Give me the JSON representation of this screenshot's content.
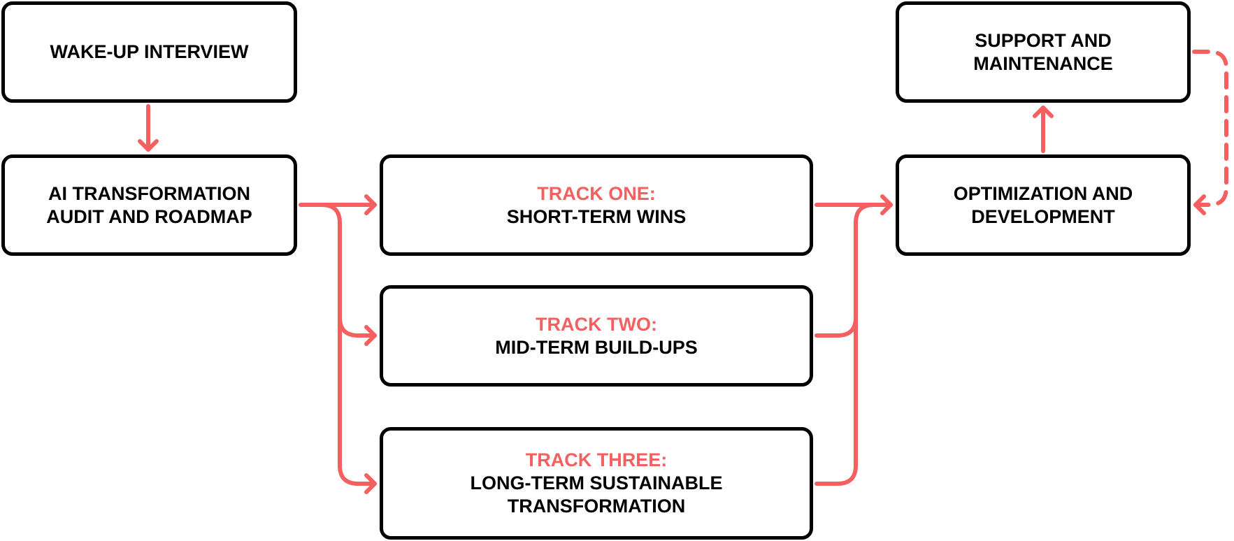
{
  "accent_color": "#f46060",
  "border_color": "#000000",
  "nodes": {
    "wakeup": {
      "lines": [
        "WAKE-UP INTERVIEW"
      ]
    },
    "audit": {
      "lines": [
        "AI TRANSFORMATION",
        "AUDIT AND ROADMAP"
      ]
    },
    "track1": {
      "heading": "TRACK ONE:",
      "lines": [
        "SHORT-TERM WINS"
      ]
    },
    "track2": {
      "heading": "TRACK TWO:",
      "lines": [
        "MID-TERM BUILD-UPS"
      ]
    },
    "track3": {
      "heading": "TRACK THREE:",
      "lines": [
        "LONG-TERM SUSTAINABLE",
        "TRANSFORMATION"
      ]
    },
    "optim": {
      "lines": [
        "OPTIMIZATION AND",
        "DEVELOPMENT"
      ]
    },
    "support": {
      "lines": [
        "SUPPORT AND",
        "MAINTENANCE"
      ]
    }
  }
}
